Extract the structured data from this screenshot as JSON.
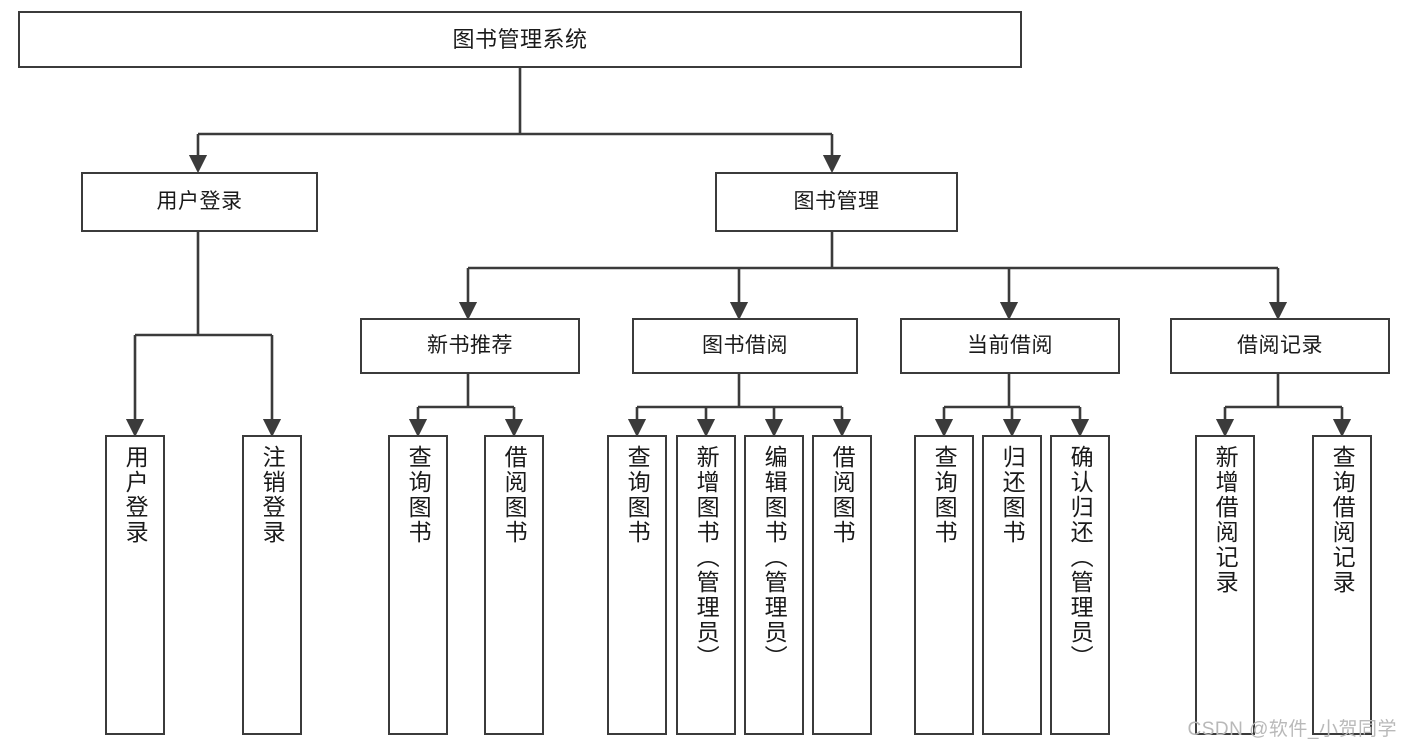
{
  "diagram": {
    "title": "图书管理系统",
    "watermark": "CSDN @软件_小贺同学",
    "stroke_color": "#3b3b3b",
    "fill_color": "#ffffff",
    "watermark_color": "#b9b9b9"
  },
  "nodes": {
    "root": {
      "label": "图书管理系统"
    },
    "level2": [
      {
        "label": "用户登录"
      },
      {
        "label": "图书管理"
      }
    ],
    "level3": [
      {
        "label": "新书推荐"
      },
      {
        "label": "图书借阅"
      },
      {
        "label": "当前借阅"
      },
      {
        "label": "借阅记录"
      }
    ],
    "leaves": {
      "user_login": [
        {
          "label": "用户登录"
        },
        {
          "label": "注销登录"
        }
      ],
      "new_book_recommend": [
        {
          "label": "查询图书"
        },
        {
          "label": "借阅图书"
        }
      ],
      "book_borrow": [
        {
          "label": "查询图书"
        },
        {
          "label": "新增图书（管理员）"
        },
        {
          "label": "编辑图书（管理员）"
        },
        {
          "label": "借阅图书"
        }
      ],
      "current_borrow": [
        {
          "label": "查询图书"
        },
        {
          "label": "归还图书"
        },
        {
          "label": "确认归还（管理员）"
        }
      ],
      "borrow_record": [
        {
          "label": "新增借阅记录"
        },
        {
          "label": "查询借阅记录"
        }
      ]
    }
  }
}
